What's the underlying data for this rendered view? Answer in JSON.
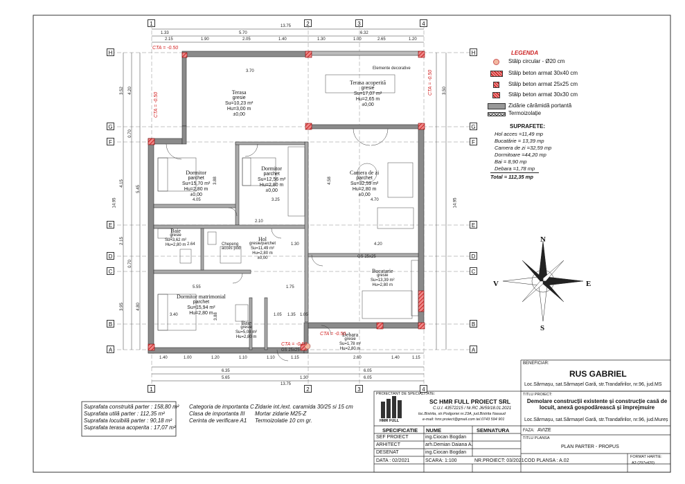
{
  "legend": {
    "title": "LEGENDA",
    "items": [
      {
        "label": "Stâlp circular - Ø20 cm",
        "swatch": "circle",
        "color": "#f2b8a0"
      },
      {
        "label": "Stâlp beton armat 30x40 cm",
        "swatch": "hatch",
        "color": "#d62b2b"
      },
      {
        "label": "Stâlp beton armat 25x25 cm",
        "swatch": "hatch",
        "color": "#d62b2b"
      },
      {
        "label": "Stâlp beton armat 30x30 cm",
        "swatch": "hatch",
        "color": "#d62b2b"
      },
      {
        "label": "Zidărie cărămidă portantă",
        "swatch": "grey",
        "color": "#888888"
      },
      {
        "label": "Termoizolație",
        "swatch": "xhatch",
        "color": "#444444"
      }
    ]
  },
  "surfaces": {
    "title": "SUPRAFETE:",
    "items": [
      "Hol acces =11,49 mp",
      "Bucatărie = 13,39 mp",
      "Camera de zi =32,59 mp",
      "Dormitoare =44,20 mp",
      "Bai = 8,90 mp",
      "Debara =1,78 mp"
    ],
    "total": "Total = 112,35 mp"
  },
  "compass": {
    "n": "N",
    "s": "S",
    "e": "E",
    "w": "V"
  },
  "axes": {
    "top": [
      "1",
      "2",
      "3",
      "4"
    ],
    "bottom": [
      "1",
      "2",
      "3",
      "4"
    ],
    "left": [
      "H",
      "G",
      "F",
      "E",
      "D",
      "C",
      "B",
      "A"
    ],
    "right": [
      "H",
      "G",
      "F",
      "E",
      "D",
      "C",
      "B",
      "A"
    ]
  },
  "top_dims": {
    "overall": "13.75",
    "row1": [
      "1.33",
      "5.70",
      "6.32"
    ],
    "row2": [
      "2.15",
      "1.90",
      "2.05",
      "1.40",
      "1.30",
      "1.00",
      "2.65",
      "1.20"
    ]
  },
  "bottom_dims": {
    "row1": [
      "1.40",
      "1.00",
      "1.20",
      "1.10",
      "1.10",
      "1.15",
      "2.60",
      "1.40",
      "1.15"
    ],
    "row2": [
      "6.35",
      "6.05"
    ],
    "row3": [
      "5.65",
      "1.30",
      "6.05"
    ],
    "overall": "13.75"
  },
  "left_dims": [
    "3.52",
    "4.20",
    "0.70",
    "4.15",
    "5.45",
    "2.15",
    "0.70",
    "3.95",
    "4.80",
    "14.95"
  ],
  "right_dims": [
    "3.50",
    "14.95"
  ],
  "rooms": [
    {
      "name": "Terasa",
      "sub": "gresie",
      "s": "Su=10,23 m²",
      "h": "Hu=3,00 m",
      "level": "±0,00"
    },
    {
      "name": "Terasa acoperită",
      "sub": "gresie",
      "s": "Su=17,07 m²",
      "h": "Hu=2,65 m",
      "level": "±0,00"
    },
    {
      "name": "Dormitor",
      "sub": "parchet",
      "s": "Su=15,70 m²",
      "h": "Hu=2,80 m",
      "level": "±0,00"
    },
    {
      "name": "Dormitor",
      "sub": "parchet",
      "s": "Su=12,56 m²",
      "h": "Hu=2,80 m",
      "level": "±0,00"
    },
    {
      "name": "Camera de zi",
      "sub": "parchet",
      "s": "Su=32,59 m²",
      "h": "Hu=2,80 m",
      "level": "±0,00"
    },
    {
      "name": "Baie",
      "sub": "gresie",
      "s": "Su=3,62 m²",
      "h": "Hu=2,80 m",
      "level": ""
    },
    {
      "name": "Hol",
      "sub": "gresie/parchet",
      "s": "Su=11,49 m²",
      "h": "Hu=2,80 m",
      "level": "±0,00"
    },
    {
      "name": "Bucatarie",
      "sub": "gresie",
      "s": "Su=13,39 m²",
      "h": "Hu=2,80 m",
      "level": ""
    },
    {
      "name": "Dormitor matrimonial",
      "sub": "parchet",
      "s": "Su=15,94 m²",
      "h": "Hu=2,80 m",
      "level": ""
    },
    {
      "name": "Baie",
      "sub": "gresie",
      "s": "Su=5,08 m²",
      "h": "Hu=2,80 m",
      "level": ""
    },
    {
      "name": "Debara",
      "sub": "gresie",
      "s": "Su=1,78 m²",
      "h": "Hu=2,80 m",
      "level": ""
    }
  ],
  "plan_labels": {
    "chepeng": "Chepeng acces pod",
    "elemente": "Elemente decorative",
    "cta_top": "CTA = -0.50",
    "cta_left": "CTA = -0.50",
    "cta_right": "CTA = -0.50",
    "cta_bottom1": "CTA = -0.50",
    "cta_bottom2": "CTA = -0.50",
    "col_25": "GS 25x25",
    "col_25b": "GS 25x25"
  },
  "inner_dims": [
    "4.05",
    "3.25",
    "4.70",
    "3.88",
    "4.58",
    "2.64",
    "2.10",
    "1.30",
    "4.20",
    "5.55",
    "3.40",
    "1.75",
    "3.88",
    "1.05",
    "1.35",
    "1.05",
    "3.70"
  ],
  "summary": {
    "lines": [
      "Suprafata construită parter : 158,80 m²",
      "Suprafata utilă parter : 112,35 m²",
      "Suprafata locuibilă parter : 90,18 m²",
      "Suprafata terasa acoperita : 17,07 m²"
    ]
  },
  "categories": {
    "lines": [
      "Categoria de importanta C",
      "Clasa de importanta III",
      "Cerinta de verificare A1"
    ]
  },
  "materials": {
    "lines": [
      "Zidarie int./ext. caramida 30/25 si 15 cm",
      "Mortar zidarie M25-Z",
      "Termoizolatie 10 cm gr."
    ]
  },
  "title_block": {
    "beneficiar_label": "BENEFICIAR:",
    "beneficiar": "RUS GABRIEL",
    "beneficiar_addr": "Loc.Sărmașu, sat.Sărmașel Gară, str.Trandafirilor, nr.96, jud.MS",
    "proiectant_label": "PROIECTANT DE SPECIALITATE:",
    "logo_text": "HMR FULL",
    "company": "SC HMR FULL PROIECT SRL",
    "cui": "C.U.I. 43572215 / Nr.RC J6/59/18.01.2021",
    "addr": "loc.Bistrita, str.Podgoriei nr.23A, jud.Bistrita Nasaud",
    "contact": "e-mail: hmr.proiect@gmail.com tel.0743 594 901",
    "titlu_label": "TITLU PROIECT:",
    "titlu": "Demolare construcții existente și construcție casă de locuit, anexă gospodărească și împrejmuire",
    "titlu_addr": "Loc.Sărmașu, sat.Sărmașel Gară, str.Trandafirilor, nr.96, jud.Mureș",
    "headers": [
      "SPECIFICATIE",
      "NUME",
      "SEMNATURA"
    ],
    "rows": [
      [
        "SEF PROIECT",
        "ing.Ciocan Bogdan"
      ],
      [
        "ARHITECT",
        "arh.Demian Daiana A."
      ],
      [
        "DESENAT",
        "ing.Ciocan Bogdan"
      ]
    ],
    "faza_label": "FAZA:",
    "faza": "AVIZE",
    "plansa_label": "TITLU PLANSA",
    "plansa": "PLAN PARTER - PROPUS",
    "data": "DATA :    02/2021",
    "scara": "SCARA: 1:100",
    "nr_proiect": "NR.PROIECT:  03/2021",
    "cod": "COD PLANSA : A.02",
    "format_label": "FORMAT HARTIE:",
    "format": "A3 (297x420)"
  },
  "colors": {
    "wall": "#777777",
    "column": "#d62b2b",
    "text": "#111111",
    "cta": "#d32121",
    "grid": "#555555"
  }
}
